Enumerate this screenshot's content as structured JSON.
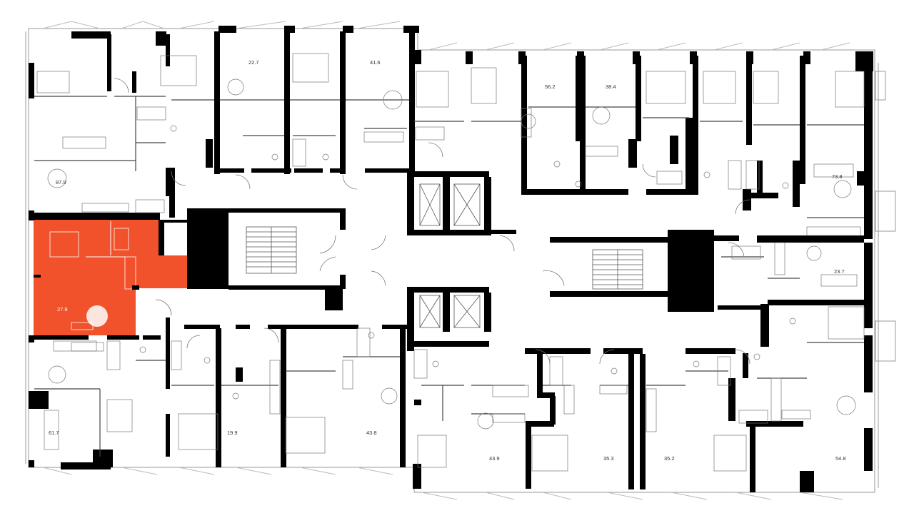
{
  "colors": {
    "wall": "#000000",
    "thin_line": "#555555",
    "highlight": "#f1512b",
    "background": "#ffffff"
  },
  "apartments": [
    {
      "id": "apt-87-9",
      "area": "87.9",
      "highlighted": false
    },
    {
      "id": "apt-22-7",
      "area": "22.7",
      "highlighted": false
    },
    {
      "id": "apt-41-6",
      "area": "41.6",
      "highlighted": false
    },
    {
      "id": "apt-56-2",
      "area": "56.2",
      "highlighted": false
    },
    {
      "id": "apt-38-4",
      "area": "38.4",
      "highlighted": false
    },
    {
      "id": "apt-73-8",
      "area": "73.8",
      "highlighted": false
    },
    {
      "id": "apt-23-7",
      "area": "23.7",
      "highlighted": false
    },
    {
      "id": "apt-27-9",
      "area": "27.9",
      "highlighted": true
    },
    {
      "id": "apt-61-7",
      "area": "61.7",
      "highlighted": false
    },
    {
      "id": "apt-19-9",
      "area": "19.9",
      "highlighted": false
    },
    {
      "id": "apt-43-8",
      "area": "43.8",
      "highlighted": false
    },
    {
      "id": "apt-43-9",
      "area": "43.9",
      "highlighted": false
    },
    {
      "id": "apt-35-3",
      "area": "35.3",
      "highlighted": false
    },
    {
      "id": "apt-35-2",
      "area": "35.2",
      "highlighted": false
    },
    {
      "id": "apt-54-8",
      "area": "54.8",
      "highlighted": false
    }
  ]
}
